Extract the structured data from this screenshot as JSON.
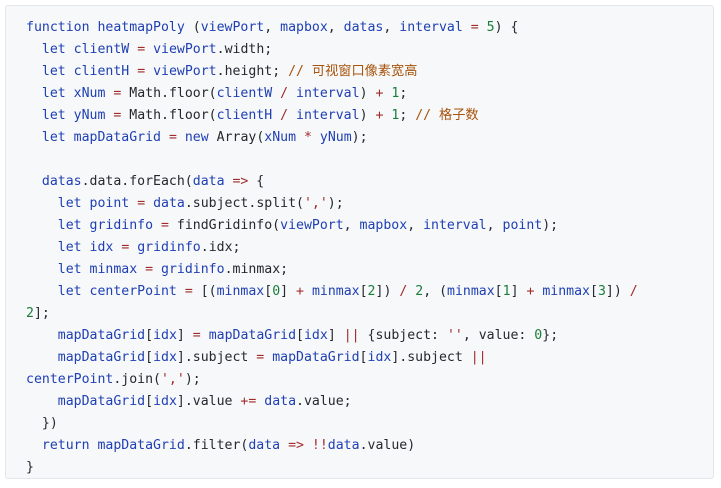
{
  "code_lines": [
    [
      {
        "t": "k",
        "v": "function "
      },
      {
        "t": "v",
        "v": "heatmapPoly"
      },
      {
        "t": "p",
        "v": " ("
      },
      {
        "t": "v",
        "v": "viewPort"
      },
      {
        "t": "p",
        "v": ", "
      },
      {
        "t": "v",
        "v": "mapbox"
      },
      {
        "t": "p",
        "v": ", "
      },
      {
        "t": "v",
        "v": "datas"
      },
      {
        "t": "p",
        "v": ", "
      },
      {
        "t": "v",
        "v": "interval"
      },
      {
        "t": "p",
        "v": " "
      },
      {
        "t": "o",
        "v": "="
      },
      {
        "t": "p",
        "v": " "
      },
      {
        "t": "n",
        "v": "5"
      },
      {
        "t": "p",
        "v": ") {"
      }
    ],
    [
      {
        "t": "p",
        "v": "  "
      },
      {
        "t": "k",
        "v": "let "
      },
      {
        "t": "v",
        "v": "clientW"
      },
      {
        "t": "p",
        "v": " "
      },
      {
        "t": "o",
        "v": "="
      },
      {
        "t": "p",
        "v": " "
      },
      {
        "t": "v",
        "v": "viewPort"
      },
      {
        "t": "p",
        "v": ".width;"
      }
    ],
    [
      {
        "t": "p",
        "v": "  "
      },
      {
        "t": "k",
        "v": "let "
      },
      {
        "t": "v",
        "v": "clientH"
      },
      {
        "t": "p",
        "v": " "
      },
      {
        "t": "o",
        "v": "="
      },
      {
        "t": "p",
        "v": " "
      },
      {
        "t": "v",
        "v": "viewPort"
      },
      {
        "t": "p",
        "v": ".height; "
      },
      {
        "t": "c",
        "v": "// 可视窗口像素宽高"
      }
    ],
    [
      {
        "t": "p",
        "v": "  "
      },
      {
        "t": "k",
        "v": "let "
      },
      {
        "t": "v",
        "v": "xNum"
      },
      {
        "t": "p",
        "v": " "
      },
      {
        "t": "o",
        "v": "="
      },
      {
        "t": "p",
        "v": " Math.floor("
      },
      {
        "t": "v",
        "v": "clientW"
      },
      {
        "t": "p",
        "v": " "
      },
      {
        "t": "o",
        "v": "/"
      },
      {
        "t": "p",
        "v": " "
      },
      {
        "t": "v",
        "v": "interval"
      },
      {
        "t": "p",
        "v": ") "
      },
      {
        "t": "o",
        "v": "+"
      },
      {
        "t": "p",
        "v": " "
      },
      {
        "t": "n",
        "v": "1"
      },
      {
        "t": "p",
        "v": ";"
      }
    ],
    [
      {
        "t": "p",
        "v": "  "
      },
      {
        "t": "k",
        "v": "let "
      },
      {
        "t": "v",
        "v": "yNum"
      },
      {
        "t": "p",
        "v": " "
      },
      {
        "t": "o",
        "v": "="
      },
      {
        "t": "p",
        "v": " Math.floor("
      },
      {
        "t": "v",
        "v": "clientH"
      },
      {
        "t": "p",
        "v": " "
      },
      {
        "t": "o",
        "v": "/"
      },
      {
        "t": "p",
        "v": " "
      },
      {
        "t": "v",
        "v": "interval"
      },
      {
        "t": "p",
        "v": ") "
      },
      {
        "t": "o",
        "v": "+"
      },
      {
        "t": "p",
        "v": " "
      },
      {
        "t": "n",
        "v": "1"
      },
      {
        "t": "p",
        "v": "; "
      },
      {
        "t": "c",
        "v": "// 格子数"
      }
    ],
    [
      {
        "t": "p",
        "v": "  "
      },
      {
        "t": "k",
        "v": "let "
      },
      {
        "t": "v",
        "v": "mapDataGrid"
      },
      {
        "t": "p",
        "v": " "
      },
      {
        "t": "o",
        "v": "="
      },
      {
        "t": "p",
        "v": " "
      },
      {
        "t": "k",
        "v": "new"
      },
      {
        "t": "p",
        "v": " Array("
      },
      {
        "t": "v",
        "v": "xNum"
      },
      {
        "t": "p",
        "v": " "
      },
      {
        "t": "o",
        "v": "*"
      },
      {
        "t": "p",
        "v": " "
      },
      {
        "t": "v",
        "v": "yNum"
      },
      {
        "t": "p",
        "v": ");"
      }
    ],
    [],
    [
      {
        "t": "p",
        "v": "  "
      },
      {
        "t": "v",
        "v": "datas"
      },
      {
        "t": "p",
        "v": ".data.forEach("
      },
      {
        "t": "v",
        "v": "data"
      },
      {
        "t": "p",
        "v": " "
      },
      {
        "t": "o",
        "v": "=>"
      },
      {
        "t": "p",
        "v": " {"
      }
    ],
    [
      {
        "t": "p",
        "v": "    "
      },
      {
        "t": "k",
        "v": "let "
      },
      {
        "t": "v",
        "v": "point"
      },
      {
        "t": "p",
        "v": " "
      },
      {
        "t": "o",
        "v": "="
      },
      {
        "t": "p",
        "v": " "
      },
      {
        "t": "v",
        "v": "data"
      },
      {
        "t": "p",
        "v": ".subject.split("
      },
      {
        "t": "s",
        "v": "','"
      },
      {
        "t": "p",
        "v": ");"
      }
    ],
    [
      {
        "t": "p",
        "v": "    "
      },
      {
        "t": "k",
        "v": "let "
      },
      {
        "t": "v",
        "v": "gridinfo"
      },
      {
        "t": "p",
        "v": " "
      },
      {
        "t": "o",
        "v": "="
      },
      {
        "t": "p",
        "v": " findGridinfo("
      },
      {
        "t": "v",
        "v": "viewPort"
      },
      {
        "t": "p",
        "v": ", "
      },
      {
        "t": "v",
        "v": "mapbox"
      },
      {
        "t": "p",
        "v": ", "
      },
      {
        "t": "v",
        "v": "interval"
      },
      {
        "t": "p",
        "v": ", "
      },
      {
        "t": "v",
        "v": "point"
      },
      {
        "t": "p",
        "v": ");"
      }
    ],
    [
      {
        "t": "p",
        "v": "    "
      },
      {
        "t": "k",
        "v": "let "
      },
      {
        "t": "v",
        "v": "idx"
      },
      {
        "t": "p",
        "v": " "
      },
      {
        "t": "o",
        "v": "="
      },
      {
        "t": "p",
        "v": " "
      },
      {
        "t": "v",
        "v": "gridinfo"
      },
      {
        "t": "p",
        "v": ".idx;"
      }
    ],
    [
      {
        "t": "p",
        "v": "    "
      },
      {
        "t": "k",
        "v": "let "
      },
      {
        "t": "v",
        "v": "minmax"
      },
      {
        "t": "p",
        "v": " "
      },
      {
        "t": "o",
        "v": "="
      },
      {
        "t": "p",
        "v": " "
      },
      {
        "t": "v",
        "v": "gridinfo"
      },
      {
        "t": "p",
        "v": ".minmax;"
      }
    ],
    [
      {
        "t": "p",
        "v": "    "
      },
      {
        "t": "k",
        "v": "let "
      },
      {
        "t": "v",
        "v": "centerPoint"
      },
      {
        "t": "p",
        "v": " "
      },
      {
        "t": "o",
        "v": "="
      },
      {
        "t": "p",
        "v": " [("
      },
      {
        "t": "v",
        "v": "minmax"
      },
      {
        "t": "p",
        "v": "["
      },
      {
        "t": "n",
        "v": "0"
      },
      {
        "t": "p",
        "v": "] "
      },
      {
        "t": "o",
        "v": "+"
      },
      {
        "t": "p",
        "v": " "
      },
      {
        "t": "v",
        "v": "minmax"
      },
      {
        "t": "p",
        "v": "["
      },
      {
        "t": "n",
        "v": "2"
      },
      {
        "t": "p",
        "v": "]) "
      },
      {
        "t": "o",
        "v": "/"
      },
      {
        "t": "p",
        "v": " "
      },
      {
        "t": "n",
        "v": "2"
      },
      {
        "t": "p",
        "v": ", ("
      },
      {
        "t": "v",
        "v": "minmax"
      },
      {
        "t": "p",
        "v": "["
      },
      {
        "t": "n",
        "v": "1"
      },
      {
        "t": "p",
        "v": "] "
      },
      {
        "t": "o",
        "v": "+"
      },
      {
        "t": "p",
        "v": " "
      },
      {
        "t": "v",
        "v": "minmax"
      },
      {
        "t": "p",
        "v": "["
      },
      {
        "t": "n",
        "v": "3"
      },
      {
        "t": "p",
        "v": "]) "
      },
      {
        "t": "o",
        "v": "/"
      }
    ],
    [
      {
        "t": "n",
        "v": "2"
      },
      {
        "t": "p",
        "v": "];"
      }
    ],
    [
      {
        "t": "p",
        "v": "    "
      },
      {
        "t": "v",
        "v": "mapDataGrid"
      },
      {
        "t": "p",
        "v": "["
      },
      {
        "t": "v",
        "v": "idx"
      },
      {
        "t": "p",
        "v": "] "
      },
      {
        "t": "o",
        "v": "="
      },
      {
        "t": "p",
        "v": " "
      },
      {
        "t": "v",
        "v": "mapDataGrid"
      },
      {
        "t": "p",
        "v": "["
      },
      {
        "t": "v",
        "v": "idx"
      },
      {
        "t": "p",
        "v": "] "
      },
      {
        "t": "o",
        "v": "||"
      },
      {
        "t": "p",
        "v": " {subject: "
      },
      {
        "t": "s",
        "v": "''"
      },
      {
        "t": "p",
        "v": ", value: "
      },
      {
        "t": "n",
        "v": "0"
      },
      {
        "t": "p",
        "v": "};"
      }
    ],
    [
      {
        "t": "p",
        "v": "    "
      },
      {
        "t": "v",
        "v": "mapDataGrid"
      },
      {
        "t": "p",
        "v": "["
      },
      {
        "t": "v",
        "v": "idx"
      },
      {
        "t": "p",
        "v": "].subject "
      },
      {
        "t": "o",
        "v": "="
      },
      {
        "t": "p",
        "v": " "
      },
      {
        "t": "v",
        "v": "mapDataGrid"
      },
      {
        "t": "p",
        "v": "["
      },
      {
        "t": "v",
        "v": "idx"
      },
      {
        "t": "p",
        "v": "].subject "
      },
      {
        "t": "o",
        "v": "||"
      }
    ],
    [
      {
        "t": "v",
        "v": "centerPoint"
      },
      {
        "t": "p",
        "v": ".join("
      },
      {
        "t": "s",
        "v": "','"
      },
      {
        "t": "p",
        "v": ");"
      }
    ],
    [
      {
        "t": "p",
        "v": "    "
      },
      {
        "t": "v",
        "v": "mapDataGrid"
      },
      {
        "t": "p",
        "v": "["
      },
      {
        "t": "v",
        "v": "idx"
      },
      {
        "t": "p",
        "v": "].value "
      },
      {
        "t": "o",
        "v": "+="
      },
      {
        "t": "p",
        "v": " "
      },
      {
        "t": "v",
        "v": "data"
      },
      {
        "t": "p",
        "v": ".value;"
      }
    ],
    [
      {
        "t": "p",
        "v": "  })"
      }
    ],
    [
      {
        "t": "p",
        "v": "  "
      },
      {
        "t": "k",
        "v": "return "
      },
      {
        "t": "v",
        "v": "mapDataGrid"
      },
      {
        "t": "p",
        "v": ".filter("
      },
      {
        "t": "v",
        "v": "data"
      },
      {
        "t": "p",
        "v": " "
      },
      {
        "t": "o",
        "v": "=>"
      },
      {
        "t": "p",
        "v": " "
      },
      {
        "t": "o",
        "v": "!!"
      },
      {
        "t": "v",
        "v": "data"
      },
      {
        "t": "p",
        "v": ".value)"
      }
    ],
    [
      {
        "t": "p",
        "v": "}"
      }
    ]
  ]
}
